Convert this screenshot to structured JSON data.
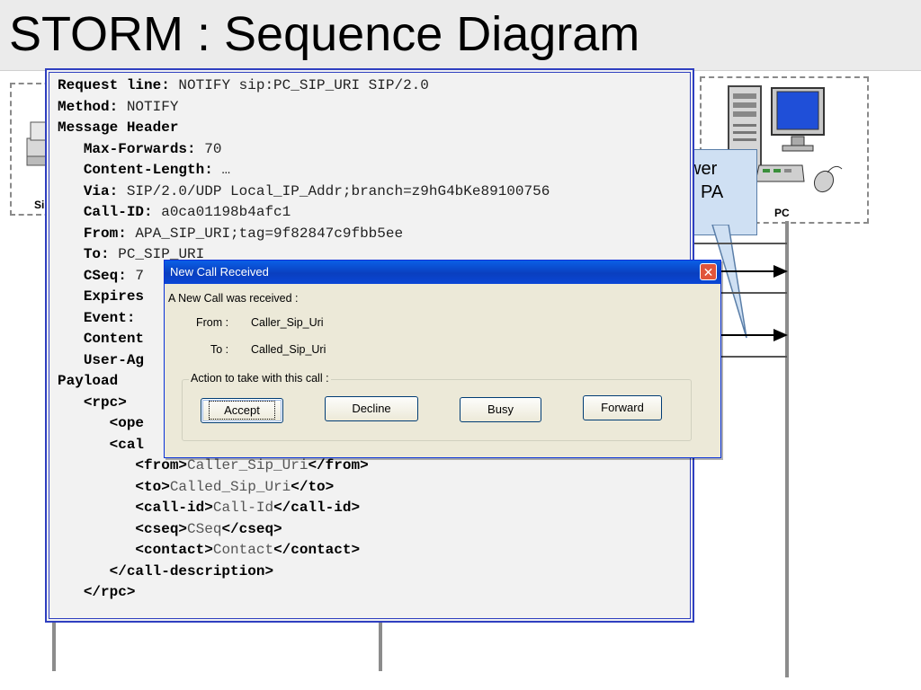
{
  "title": "STORM : Sequence Diagram",
  "actors": {
    "left_label": "Si",
    "right_label": "PC"
  },
  "callout": {
    "line1": "wer",
    "line2": "PA"
  },
  "code": {
    "request_line_key": "Request line:",
    "request_line_val": " NOTIFY sip:PC_SIP_URI SIP/2.0",
    "method_key": "Method:",
    "method_val": " NOTIFY",
    "message_header": "Message Header",
    "max_forwards_key": "Max-Forwards:",
    "max_forwards_val": " 70",
    "content_length_key": "Content-Length:",
    "content_length_val": " …",
    "via_key": "Via:",
    "via_val": " SIP/2.0/UDP Local_IP_Addr;branch=z9hG4bKe89100756",
    "call_id_key": "Call-ID:",
    "call_id_val": " a0ca01198b4afc1",
    "from_key": "From:",
    "from_val": " APA_SIP_URI;tag=9f82847c9fbb5ee",
    "to_key": "To:",
    "to_val": " PC_SIP_URI",
    "cseq_key": "CSeq:",
    "cseq_val": " 7",
    "expires_key": "Expires",
    "event_key": "Event:",
    "content_key": "Content",
    "user_agent_key": "User-Ag",
    "payload": "Payload",
    "rpc_open": "<rpc>",
    "ope_partial": "<ope",
    "cal_partial": "<cal",
    "from_open": "<from>",
    "from_inner": "Caller_Sip_Uri",
    "from_close": "</from>",
    "to_open": "<to>",
    "to_inner": "Called_Sip_Uri",
    "to_close": "</to>",
    "callid_open": "<call-id>",
    "callid_inner": "Call-Id",
    "callid_close": "</call-id>",
    "cseq_open": "<cseq>",
    "cseq_inner": "CSeq",
    "cseq_close": "</cseq>",
    "contact_open": "<contact>",
    "contact_inner": "Contact",
    "contact_close": "</contact>",
    "calldesc_close": "</call-description>",
    "rpc_close": "</rpc>"
  },
  "dialog": {
    "title": "New Call Received",
    "close": "✕",
    "message": "A New Call was received :",
    "from_label": "From :",
    "from_value": "Caller_Sip_Uri",
    "to_label": "To :",
    "to_value": "Called_Sip_Uri",
    "group_label": "Action to take with this call :",
    "buttons": {
      "accept": "Accept",
      "decline": "Decline",
      "busy": "Busy",
      "forward": "Forward"
    }
  },
  "colors": {
    "panel_border": "#2f3fc0",
    "dialog_titlebar": "#0a46d6",
    "callout_fill": "#cfe0f3"
  },
  "icons": [
    "printer-icon",
    "server-tower-icon",
    "monitor-icon",
    "keyboard-icon",
    "mouse-icon"
  ]
}
